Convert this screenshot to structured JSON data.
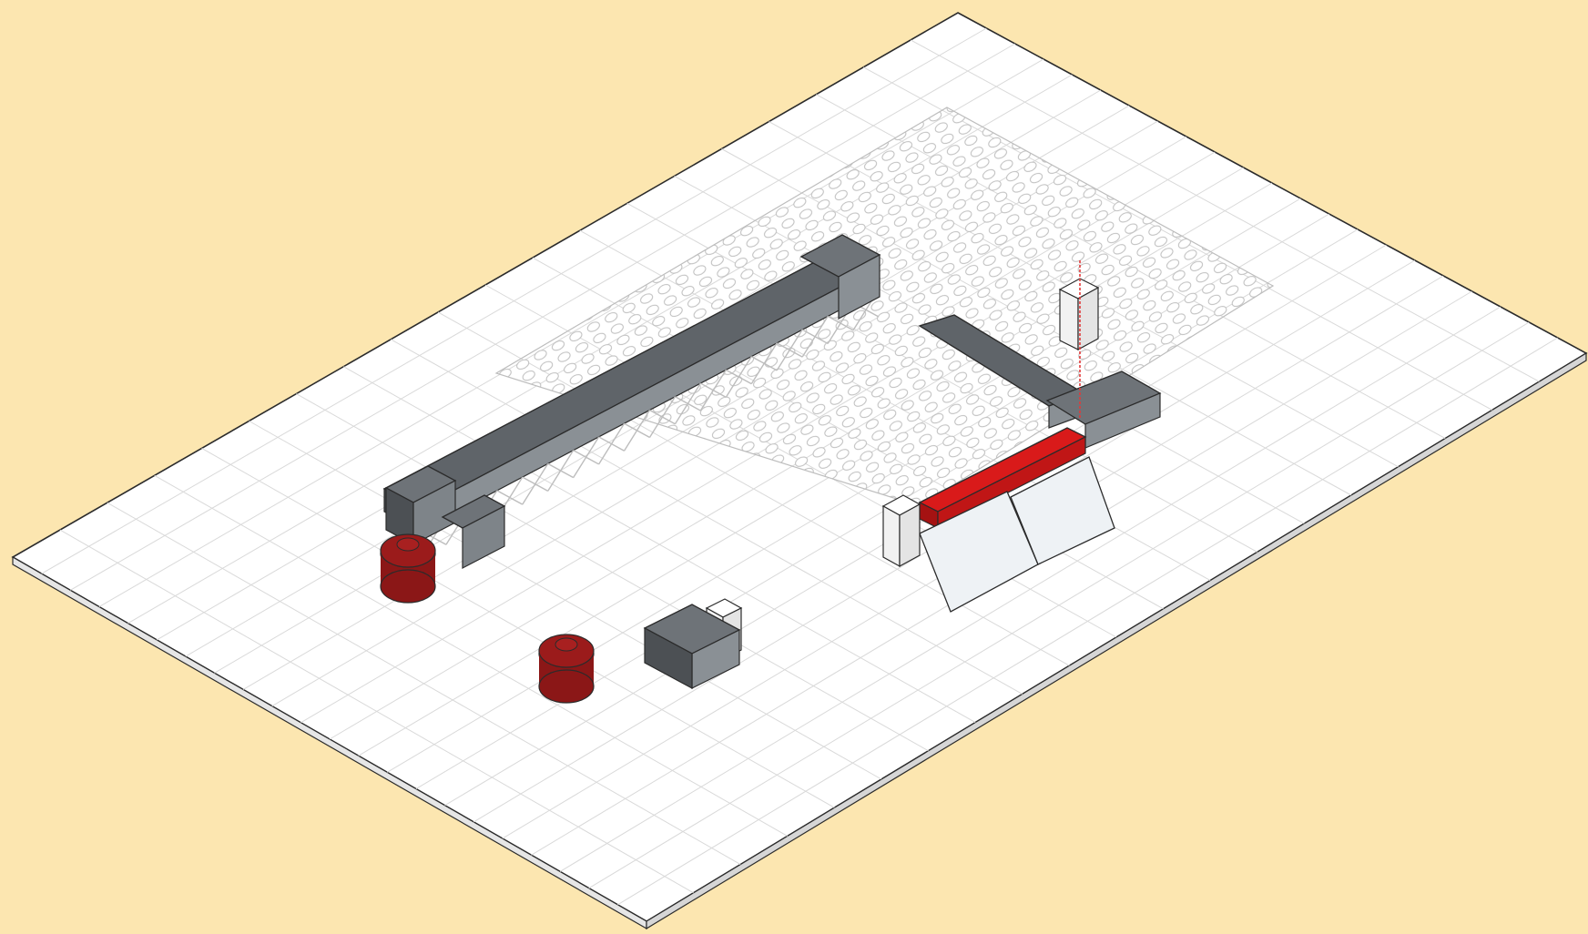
{
  "scene": {
    "background": "#FCE6B0",
    "plate_color": "#FFFFFF",
    "line_color": "#2B2B2B",
    "grid_line_color": "#D9D9D9",
    "stud_line_color": "#BDBDBD",
    "dark_gray": "#5F6469",
    "mid_gray": "#8A9095",
    "bright_red": "#D91A1A",
    "dark_red": "#7A1414",
    "trans_clear": "#EEF2F5",
    "guide_line_color": "#E23A3A"
  },
  "parts": [
    {
      "name": "baseplate",
      "color": "white"
    },
    {
      "name": "dark-gray-beam-long",
      "color": "dark_gray"
    },
    {
      "name": "dark-gray-beam-short",
      "color": "dark_gray"
    },
    {
      "name": "red-tile",
      "color": "bright_red"
    },
    {
      "name": "trans-clear-windscreen",
      "color": "trans_clear"
    },
    {
      "name": "dark-red-round-brick",
      "color": "dark_red"
    },
    {
      "name": "white-1x1-brick",
      "color": "white"
    }
  ]
}
